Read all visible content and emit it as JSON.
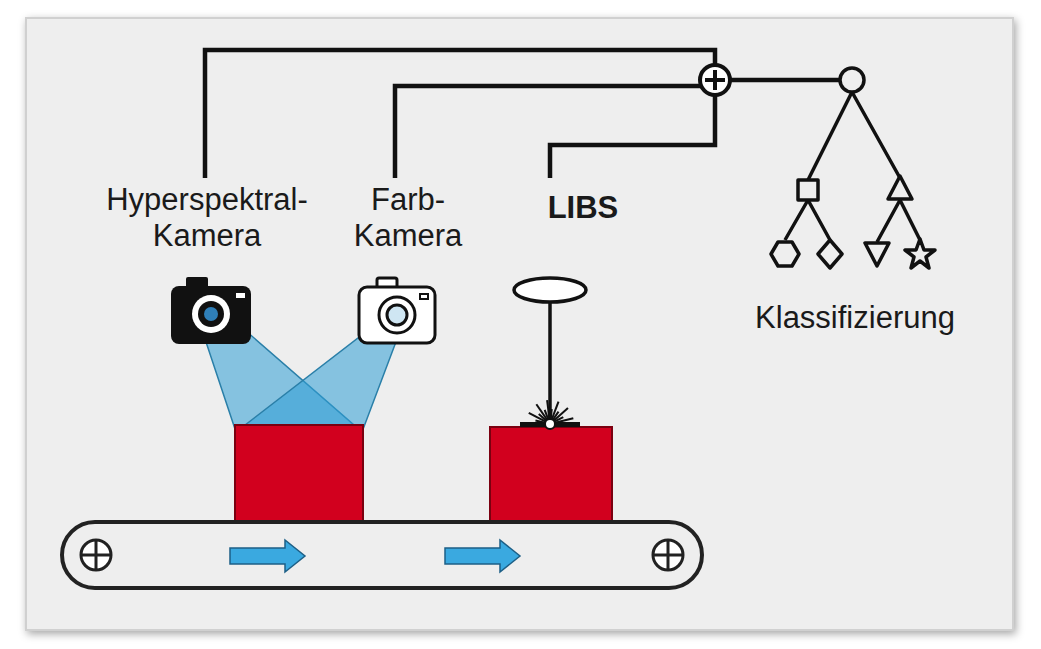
{
  "diagram": {
    "labels": [
      "Hyperspektral- Kamera",
      "Farb- Kamera",
      "LIBS",
      "Klassifizierung"
    ]
  }
}
